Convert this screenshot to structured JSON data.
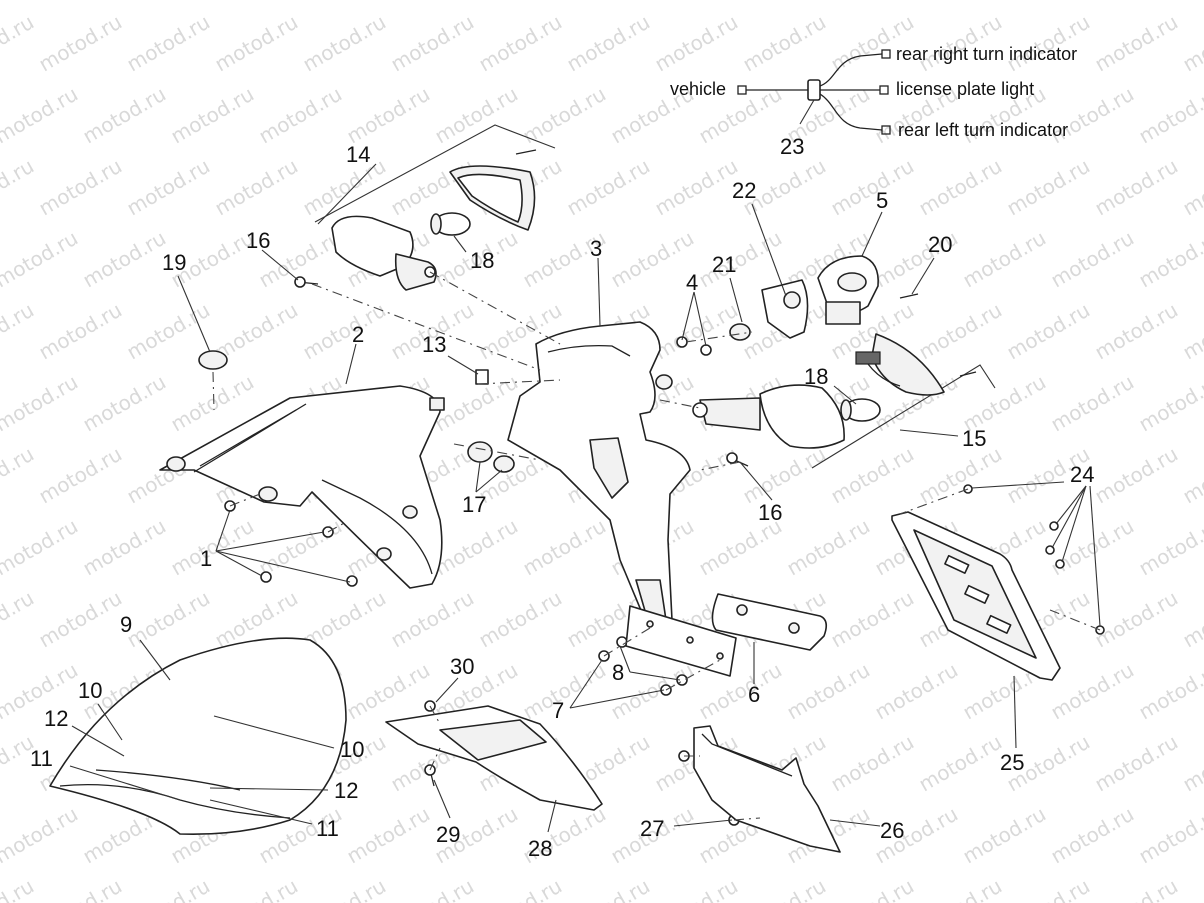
{
  "watermark": {
    "text": "motod.ru"
  },
  "wiring": {
    "vehicle": "vehicle",
    "rear_right": "rear right turn indicator",
    "license_light": "license plate light",
    "rear_left": "rear left turn indicator"
  },
  "callouts": {
    "c1": "1",
    "c2": "2",
    "c3": "3",
    "c4": "4",
    "c5": "5",
    "c6": "6",
    "c7": "7",
    "c8": "8",
    "c9": "9",
    "c10a": "10",
    "c10b": "10",
    "c11a": "11",
    "c11b": "11",
    "c12a": "12",
    "c12b": "12",
    "c13": "13",
    "c14": "14",
    "c15": "15",
    "c16a": "16",
    "c16b": "16",
    "c17": "17",
    "c18a": "18",
    "c18b": "18",
    "c19": "19",
    "c20": "20",
    "c21": "21",
    "c22": "22",
    "c23": "23",
    "c24": "24",
    "c25": "25",
    "c26": "26",
    "c27": "27",
    "c28": "28",
    "c29": "29",
    "c30": "30"
  }
}
